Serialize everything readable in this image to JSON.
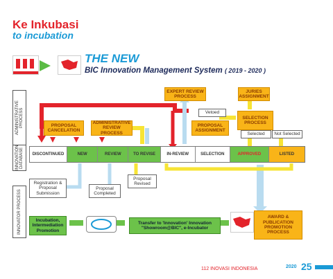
{
  "header": {
    "title": "Ke Inkubasi",
    "subtitle": "to incubation"
  },
  "banner": {
    "the_new": "THE NEW",
    "system_title": "BIC Innovation Management System",
    "years": "( 2019 - 2020 )"
  },
  "side_labels": {
    "admin": "ADMINISTRATIVE PROCESS",
    "database": "INNOVATION DATABASE",
    "innovator": "INNOVATOR PROCESS"
  },
  "top_boxes": {
    "expert_review": "EXPERT REVIEW PROCESS",
    "juries": "JURIES ASSIGNMENT"
  },
  "admin_boxes": {
    "proposal_cancelation": "PROPOSAL CANCELATION",
    "admin_review": "ADMINISTRATIVE REVIEW PROCESS",
    "proposal_assignment": "PROPOSAL ASSIGNMENT",
    "vetoed": "Vetoed",
    "selection_process": "SELECTION PROCESS",
    "selected": "Selected",
    "not_selected": "Not Selected"
  },
  "database_cells": [
    "DISCONTINUED",
    "NEW",
    "REVIEW",
    "TO REVISE",
    "IN-REVIEW",
    "SELECTION",
    "APPROVED",
    "LISTED"
  ],
  "innovator_boxes": {
    "registration": "Registration & Proposal Submission",
    "proposal_completed": "Proposal Completed",
    "proposal_revised": "Proposal Revised",
    "incubation": "Incubation, Intermediation Promotion",
    "transfer": "Transfer to 'Innovation' Innovation \"Showroom@BIC\", e-Incubator",
    "award": "AWARD & PUBLICATION PROMOTION PROCESS"
  },
  "footer": {
    "text": "112 INOVASI INDONESIA",
    "year": "2020",
    "page": "25"
  },
  "colors": {
    "red": "#e3232b",
    "blue": "#1a9ad6",
    "orange": "#f9b418",
    "yellow": "#f7e435",
    "green": "#6cc24a",
    "lightblue": "#b9dcf0"
  }
}
